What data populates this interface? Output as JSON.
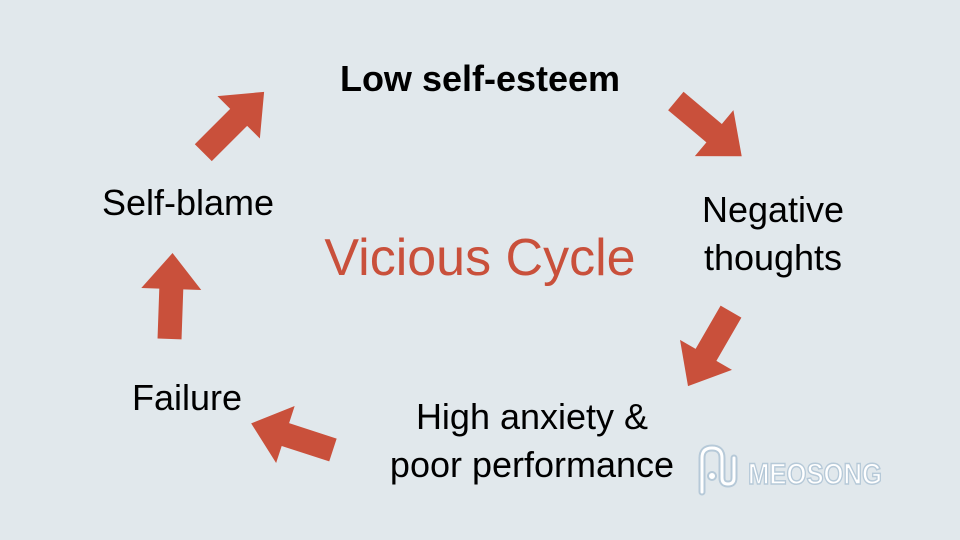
{
  "title": "Vicious Cycle",
  "colors": {
    "background": "#e1e8ec",
    "accent": "#c9503b",
    "text": "#000000"
  },
  "nodes": {
    "top": "Low self-esteem",
    "right": "Negative\nthoughts",
    "bottom": "High anxiety &\npoor performance",
    "left_bottom": "Failure",
    "left_top": "Self-blame"
  },
  "watermark": {
    "text": "MEOSONG"
  }
}
